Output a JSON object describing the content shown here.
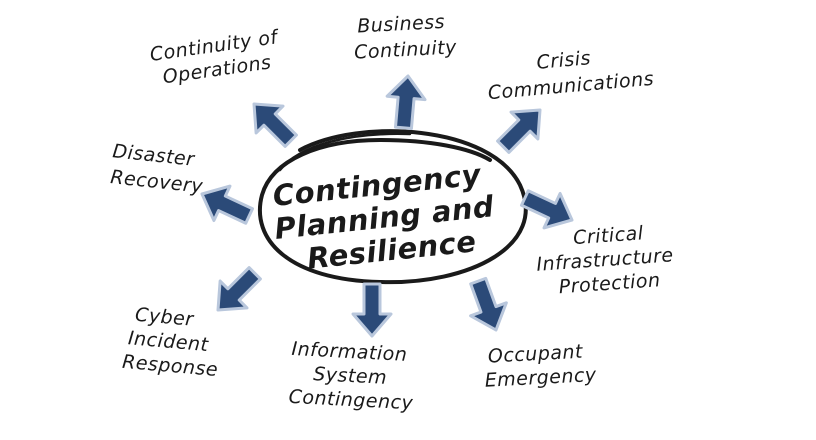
{
  "diagram": {
    "center": {
      "lines": [
        "Contingency",
        "Planning and",
        "Resilience"
      ]
    },
    "nodes": [
      {
        "id": "continuity-of-operations",
        "lines": [
          "Continuity of",
          "Operations"
        ]
      },
      {
        "id": "business-continuity",
        "lines": [
          "Business",
          "Continuity"
        ]
      },
      {
        "id": "crisis-communications",
        "lines": [
          "Crisis",
          "Communications"
        ]
      },
      {
        "id": "disaster-recovery",
        "lines": [
          "Disaster",
          "Recovery"
        ]
      },
      {
        "id": "critical-infrastructure-protection",
        "lines": [
          "Critical",
          "Infrastructure",
          "Protection"
        ]
      },
      {
        "id": "cyber-incident-response",
        "lines": [
          "Cyber",
          "Incident",
          "Response"
        ]
      },
      {
        "id": "information-system-contingency",
        "lines": [
          "Information",
          "System",
          "Contingency"
        ]
      },
      {
        "id": "occupant-emergency",
        "lines": [
          "Occupant",
          "Emergency"
        ]
      }
    ]
  }
}
